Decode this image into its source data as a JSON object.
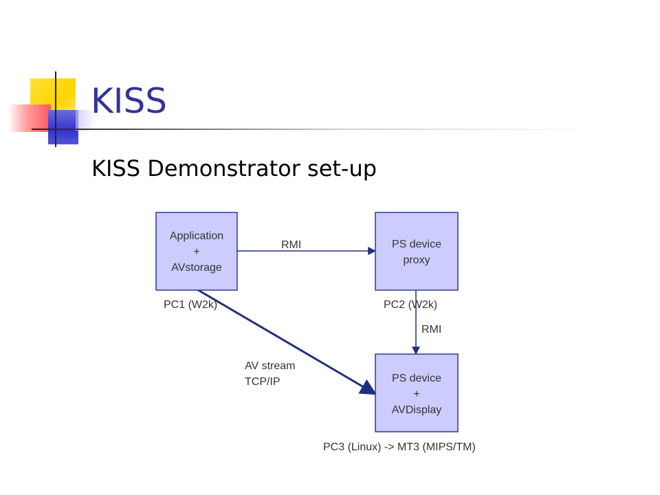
{
  "slide": {
    "title": "KISS",
    "subtitle": "KISS Demonstrator set-up"
  },
  "diagram": {
    "nodes": [
      {
        "id": "app",
        "lines": [
          "Application",
          "+",
          "AVstorage"
        ],
        "caption": "PC1 (W2k)"
      },
      {
        "id": "proxy",
        "lines": [
          "PS device",
          "proxy"
        ],
        "caption": "PC2 (W2k)"
      },
      {
        "id": "display",
        "lines": [
          "PS device",
          "+",
          "AVDisplay"
        ],
        "caption": "PC3 (Linux) -> MT3 (MIPS/TM)"
      }
    ],
    "edges": [
      {
        "from": "app",
        "to": "proxy",
        "lines": [
          "RMI"
        ]
      },
      {
        "from": "proxy",
        "to": "display",
        "lines": [
          "RMI"
        ]
      },
      {
        "from": "app",
        "to": "display",
        "lines": [
          "AV stream",
          "TCP/IP"
        ]
      }
    ]
  },
  "colors": {
    "title": "#333399",
    "node_fill": "#ccccff",
    "node_border": "#333399",
    "arrow": "#1f2f7a"
  }
}
